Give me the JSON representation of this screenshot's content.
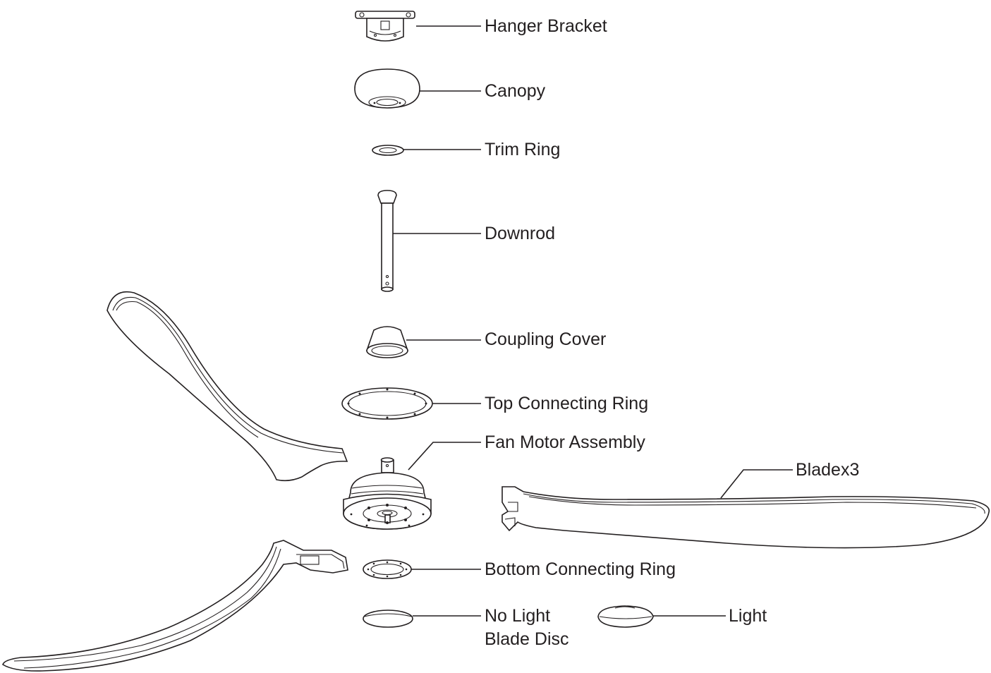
{
  "labels": {
    "hanger_bracket": "Hanger Bracket",
    "canopy": "Canopy",
    "trim_ring": "Trim Ring",
    "downrod": "Downrod",
    "coupling_cover": "Coupling Cover",
    "top_connecting_ring": "Top Connecting Ring",
    "fan_motor_assembly": "Fan Motor Assembly",
    "blade": "Bladex3",
    "bottom_connecting_ring": "Bottom Connecting Ring",
    "no_light_line1": "No Light",
    "no_light_line2": "Blade Disc",
    "light": "Light"
  },
  "colors": {
    "line": "#231f20",
    "background": "#ffffff"
  }
}
